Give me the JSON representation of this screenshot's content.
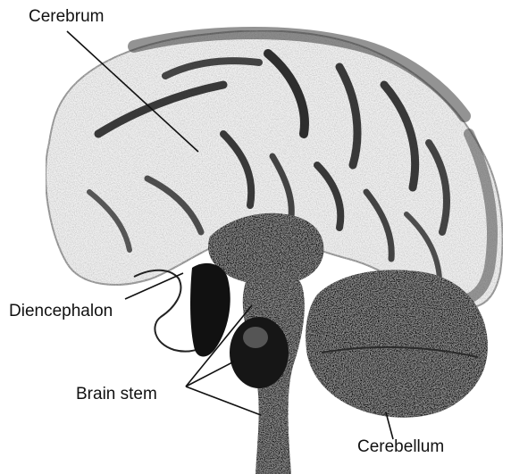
{
  "labels": {
    "cerebrum": "Cerebrum",
    "diencephalon": "Diencephalon",
    "brain_stem": "Brain stem",
    "cerebellum": "Cerebellum"
  },
  "colors": {
    "ink": "#111111",
    "cortex_light": "#f4f4f4",
    "cortex_mid": "#9a9a9a",
    "background": "#ffffff"
  }
}
